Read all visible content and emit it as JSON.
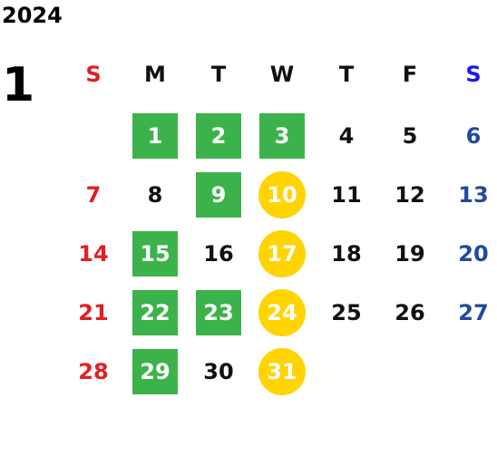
{
  "calendar": {
    "year": "2024",
    "month": "1",
    "weekdays": [
      {
        "label": "S",
        "kind": "sun"
      },
      {
        "label": "M",
        "kind": "day"
      },
      {
        "label": "T",
        "kind": "day"
      },
      {
        "label": "W",
        "kind": "day"
      },
      {
        "label": "T",
        "kind": "day"
      },
      {
        "label": "F",
        "kind": "day"
      },
      {
        "label": "S",
        "kind": "sat"
      }
    ],
    "first_weekday_index": 1,
    "days_in_month": 31,
    "green_days": [
      1,
      2,
      3,
      9,
      15,
      22,
      23,
      29
    ],
    "yellow_days": [
      10,
      17,
      24,
      31
    ],
    "colors": {
      "sunday": "#e02020",
      "saturday": "#1f4aa0",
      "saturday_header": "#1a1ae6",
      "weekday": "#111111",
      "green_highlight": "#3cb34a",
      "yellow_highlight": "#ffd400"
    }
  }
}
